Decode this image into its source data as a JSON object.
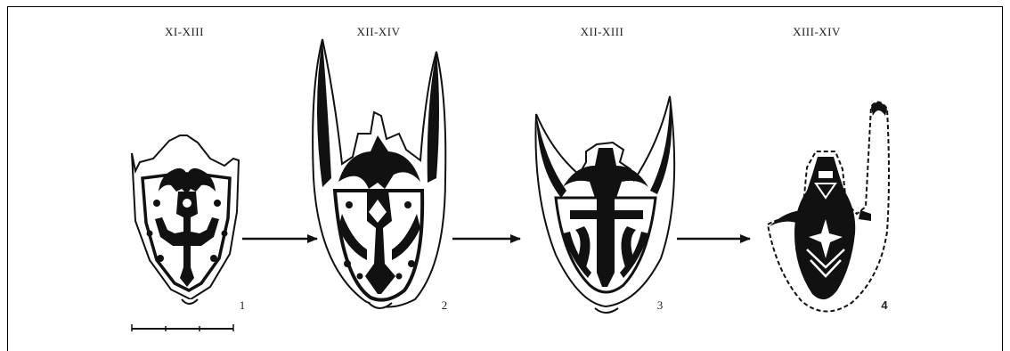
{
  "stages": [
    {
      "period": "XI-XIII",
      "number": "1"
    },
    {
      "period": "XII-XIV",
      "number": "2"
    },
    {
      "period": "XII-XIII",
      "number": "3"
    },
    {
      "period": "XIII-XIV",
      "number": "4"
    }
  ],
  "colors": {
    "ink": "#111111",
    "paper": "#ffffff",
    "frame": "#000000"
  }
}
